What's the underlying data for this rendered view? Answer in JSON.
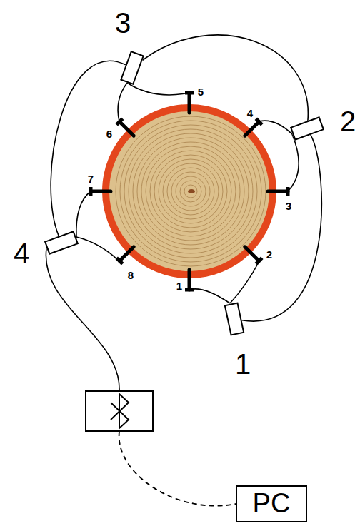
{
  "diagram": {
    "nodes": [
      {
        "text": [
          "1"
        ]
      },
      {
        "text": [
          "2"
        ]
      },
      {
        "text": [
          "3"
        ]
      },
      {
        "text": [
          "4"
        ]
      },
      {
        "text": [
          "PC"
        ]
      }
    ],
    "edges": [
      {
        "from": 0,
        "to": 1,
        "arrow": "none"
      },
      {
        "from": 1,
        "to": 2,
        "arrow": "none"
      },
      {
        "from": 2,
        "to": 3,
        "arrow": "none"
      }
    ],
    "labels": [
      "1",
      "2",
      "3",
      "4",
      "5",
      "6",
      "7",
      "8"
    ]
  }
}
